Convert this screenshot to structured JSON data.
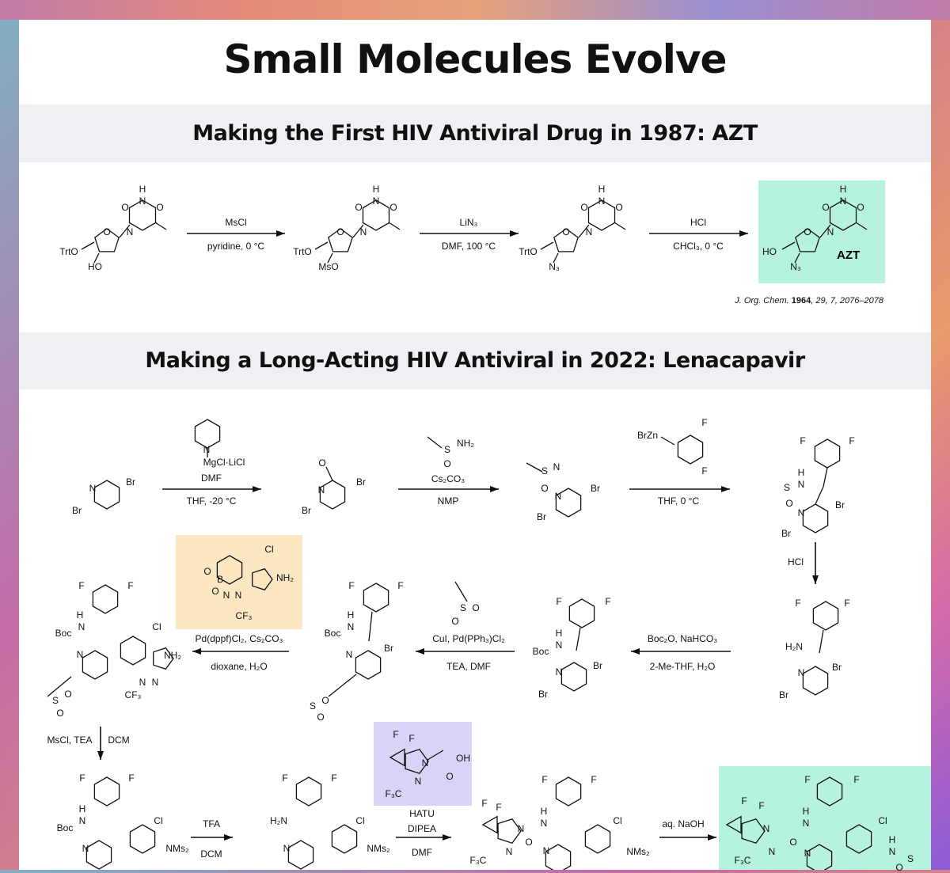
{
  "title": "Small Molecules Evolve",
  "colors": {
    "highlight_product": "#b5f2e0",
    "highlight_boronate": "#fbe7c2",
    "highlight_acid": "#d9d3f7",
    "band": "#eef0f4"
  },
  "scheme1": {
    "heading": "Making the First HIV Antiviral Drug in 1987: AZT",
    "steps": [
      {
        "top": "MsCl",
        "bottom": "pyridine, 0 °C"
      },
      {
        "top": "LiN₃",
        "bottom": "DMF, 100 °C"
      },
      {
        "top": "HCl",
        "bottom": "CHCl₃, 0 °C"
      }
    ],
    "product_label": "AZT",
    "citation": {
      "journal": "J. Org. Chem.",
      "year": "1964",
      "volume": "29",
      "rest": ", 7, 2076–2078"
    },
    "molecules": [
      {
        "labels": [
          "O",
          "H",
          "N",
          "O",
          "N",
          "O",
          "TrtO",
          "HO"
        ]
      },
      {
        "labels": [
          "O",
          "H",
          "N",
          "O",
          "N",
          "O",
          "TrtO",
          "MsO"
        ]
      },
      {
        "labels": [
          "O",
          "H",
          "N",
          "O",
          "N",
          "O",
          "TrtO",
          "N₃"
        ]
      },
      {
        "labels": [
          "O",
          "H",
          "N",
          "O",
          "N",
          "O",
          "HO",
          "N₃"
        ]
      }
    ]
  },
  "scheme2": {
    "heading": "Making a Long-Acting HIV Antiviral in 2022: Lenacapavir",
    "steps": [
      {
        "top": "DMF",
        "bottom": "THF, -20 °C"
      },
      {
        "top": "Cs₂CO₃",
        "bottom": "NMP"
      },
      {
        "top": "",
        "bottom": "THF, 0 °C"
      },
      {
        "top": "HCl",
        "bottom": ""
      },
      {
        "top": "Boc₂O, NaHCO₃",
        "bottom": "2-Me-THF, H₂O"
      },
      {
        "top": "CuI, Pd(PPh₃)Cl₂",
        "bottom": "TEA, DMF"
      },
      {
        "top": "Pd(dppf)Cl₂, Cs₂CO₃",
        "bottom": "dioxane, H₂O"
      },
      {
        "top": "MsCl, TEA",
        "bottom": "DCM"
      },
      {
        "top": "TFA",
        "bottom": "DCM"
      },
      {
        "top": "HATU",
        "middle": "DIPEA",
        "bottom": "DMF"
      },
      {
        "top": "aq. NaOH",
        "bottom": ""
      }
    ],
    "molecules": [
      {
        "labels": [
          "N",
          "Br",
          "Br"
        ]
      },
      {
        "labels": [
          "N",
          "MgCl·LiCl"
        ]
      },
      {
        "labels": [
          "O",
          "N",
          "Br",
          "Br"
        ]
      },
      {
        "labels": [
          "S",
          "NH₂",
          "O"
        ]
      },
      {
        "labels": [
          "S",
          "N",
          "O",
          "N",
          "Br",
          "Br"
        ]
      },
      {
        "labels": [
          "BrZn",
          "F",
          "F"
        ]
      },
      {
        "labels": [
          "F",
          "F",
          "H",
          "N",
          "S",
          "O",
          "N",
          "Br",
          "Br"
        ]
      },
      {
        "labels": [
          "F",
          "F",
          "H₂N",
          "N",
          "Br",
          "Br"
        ]
      },
      {
        "labels": [
          "F",
          "F",
          "H",
          "N",
          "Boc",
          "N",
          "Br",
          "Br"
        ]
      },
      {
        "labels": [
          "S",
          "O",
          "O"
        ]
      },
      {
        "labels": [
          "F",
          "F",
          "H",
          "N",
          "Boc",
          "N",
          "Br",
          "S",
          "O",
          "O"
        ]
      },
      {
        "labels": [
          "Cl",
          "NH₂",
          "B",
          "O",
          "O",
          "N",
          "N",
          "CF₃"
        ]
      },
      {
        "labels": [
          "F",
          "F",
          "H",
          "N",
          "Boc",
          "N",
          "Cl",
          "NH₂",
          "N",
          "N",
          "CF₃",
          "S",
          "O",
          "O"
        ]
      },
      {
        "labels": [
          "F",
          "F",
          "H",
          "N",
          "Boc",
          "N",
          "Cl",
          "NMs₂"
        ]
      },
      {
        "labels": [
          "F",
          "F",
          "H₂N",
          "N",
          "Cl",
          "NMs₂"
        ]
      },
      {
        "labels": [
          "F",
          "F",
          "N",
          "OH",
          "O",
          "N",
          "F₃C"
        ]
      },
      {
        "labels": [
          "F",
          "F",
          "F",
          "F",
          "N",
          "H",
          "N",
          "O",
          "N",
          "F₃C",
          "Cl",
          "NMs₂",
          "N"
        ]
      },
      {
        "labels": [
          "F",
          "F",
          "F",
          "F",
          "N",
          "H",
          "N",
          "O",
          "N",
          "F₃C",
          "Cl",
          "H",
          "N",
          "S",
          "O",
          "N"
        ]
      }
    ]
  }
}
